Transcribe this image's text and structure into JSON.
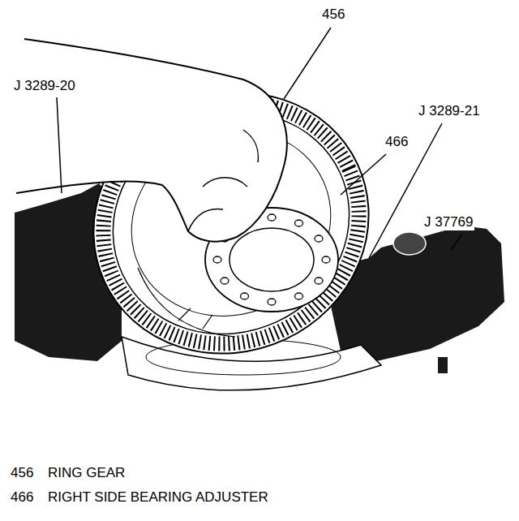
{
  "diagram": {
    "labels": [
      "456",
      "J 3289-20",
      "466",
      "J 3289-21",
      "J 37769",
      "456",
      "RING GEAR",
      "466",
      "RIGHT SIDE BEARING ADJUSTER"
    ]
  }
}
